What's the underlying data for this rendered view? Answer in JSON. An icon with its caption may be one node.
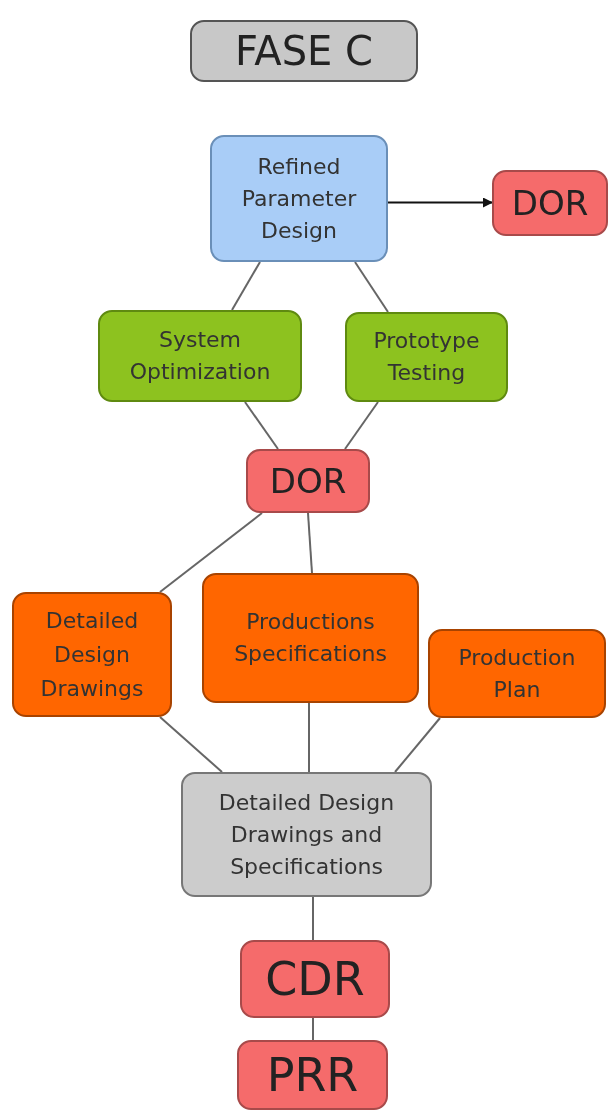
{
  "diagram": {
    "nodes": [
      {
        "text": [
          "FASE C"
        ]
      },
      {
        "text": [
          "Refined Parameter Design"
        ]
      },
      {
        "text": [
          "DOR"
        ]
      },
      {
        "text": [
          "System Optimization"
        ]
      },
      {
        "text": [
          "Prototype Testing"
        ]
      },
      {
        "text": [
          "DOR"
        ]
      },
      {
        "text": [
          "Detailed Design Drawings"
        ]
      },
      {
        "text": [
          "Productions Specifications"
        ]
      },
      {
        "text": [
          "Production Plan"
        ]
      },
      {
        "text": [
          "Detailed Design Drawings and Specifications"
        ]
      },
      {
        "text": [
          "CDR"
        ]
      },
      {
        "text": [
          "PRR"
        ]
      }
    ],
    "edges": [
      {
        "from": 1,
        "to": 2,
        "arrow": "to"
      },
      {
        "from": 1,
        "to": 3,
        "arrow": "none"
      },
      {
        "from": 1,
        "to": 4,
        "arrow": "none"
      },
      {
        "from": 3,
        "to": 5,
        "arrow": "none"
      },
      {
        "from": 4,
        "to": 5,
        "arrow": "none"
      },
      {
        "from": 5,
        "to": 6,
        "arrow": "none"
      },
      {
        "from": 5,
        "to": 7,
        "arrow": "none"
      },
      {
        "from": 6,
        "to": 9,
        "arrow": "none"
      },
      {
        "from": 7,
        "to": 9,
        "arrow": "none"
      },
      {
        "from": 8,
        "to": 9,
        "arrow": "none"
      },
      {
        "from": 9,
        "to": 10,
        "arrow": "none"
      },
      {
        "from": 10,
        "to": 11,
        "arrow": "none"
      }
    ]
  }
}
